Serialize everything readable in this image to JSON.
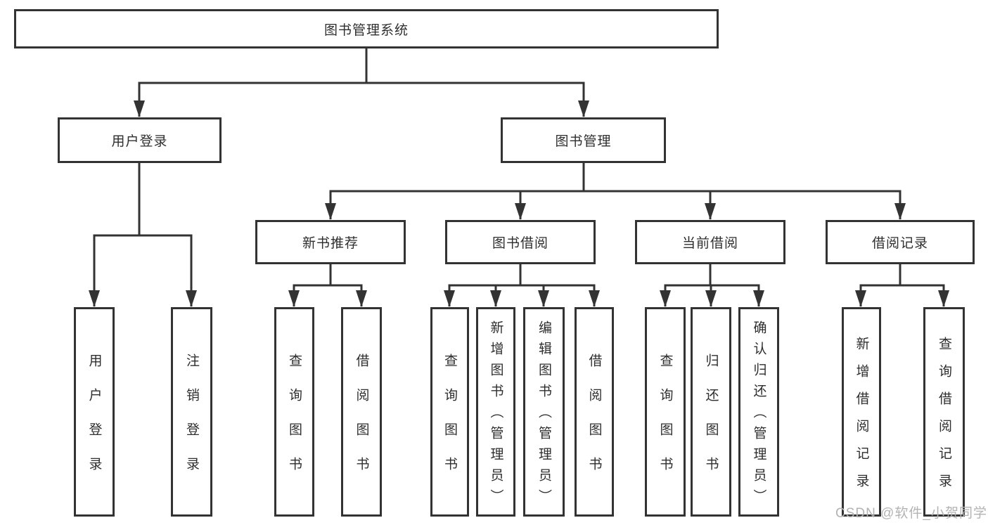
{
  "diagram": {
    "title": "图书管理系统",
    "nodes": {
      "root": "图书管理系统",
      "user_login": "用户登录",
      "book_management": "图书管理",
      "new_book_recommend": "新书推荐",
      "book_borrowing": "图书借阅",
      "current_borrowing": "当前借阅",
      "borrowing_records": "借阅记录",
      "leaf_user_login": "用户登录",
      "leaf_logout_login": "注销登录",
      "leaf_query_books_recommend": "查询图书",
      "leaf_borrow_books_recommend": "借阅图书",
      "leaf_query_books_borrowing": "查询图书",
      "leaf_add_books_admin": "新增图书（管理员）",
      "leaf_edit_books_admin": "编辑图书（管理员）",
      "leaf_borrow_books_borrowing": "借阅图书",
      "leaf_query_books_current": "查询图书",
      "leaf_return_books": "归还图书",
      "leaf_confirm_return_admin": "确认归还（管理员）",
      "leaf_add_borrow_record": "新增借阅记录",
      "leaf_query_borrow_record": "查询借阅记录"
    },
    "edges": [
      [
        "图书管理系统",
        "用户登录"
      ],
      [
        "图书管理系统",
        "图书管理"
      ],
      [
        "用户登录",
        "用户登录"
      ],
      [
        "用户登录",
        "注销登录"
      ],
      [
        "图书管理",
        "新书推荐"
      ],
      [
        "图书管理",
        "图书借阅"
      ],
      [
        "图书管理",
        "当前借阅"
      ],
      [
        "图书管理",
        "借阅记录"
      ],
      [
        "新书推荐",
        "查询图书"
      ],
      [
        "新书推荐",
        "借阅图书"
      ],
      [
        "图书借阅",
        "查询图书"
      ],
      [
        "图书借阅",
        "新增图书（管理员）"
      ],
      [
        "图书借阅",
        "编辑图书（管理员）"
      ],
      [
        "图书借阅",
        "借阅图书"
      ],
      [
        "当前借阅",
        "查询图书"
      ],
      [
        "当前借阅",
        "归还图书"
      ],
      [
        "当前借阅",
        "确认归还（管理员）"
      ],
      [
        "借阅记录",
        "新增借阅记录"
      ],
      [
        "借阅记录",
        "查询借阅记录"
      ]
    ],
    "colors": {
      "line": "#333333",
      "box_border": "#333333",
      "text": "#2e2e2e",
      "background": "#ffffff"
    }
  },
  "watermark": {
    "text": "CSDN @软件_小贺同学",
    "color": "#b3b3b3"
  }
}
